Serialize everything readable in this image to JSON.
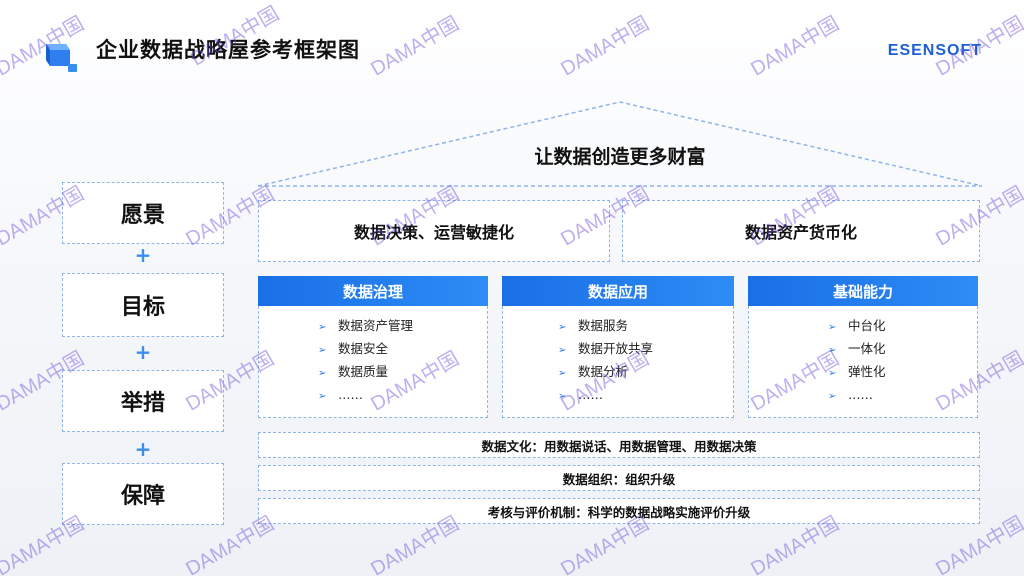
{
  "header": {
    "title": "企业数据战略屋参考框架图",
    "brand": "ESENSOFT"
  },
  "colors": {
    "accent_blue": "#1a6fe6",
    "dashed_border": "#8fb4ea",
    "plus_blue": "#3a8ef0",
    "watermark": "#6e50dc"
  },
  "roof": {
    "title": "让数据创造更多财富"
  },
  "left_column": {
    "items": [
      "愿景",
      "目标",
      "举措",
      "保障"
    ],
    "separator": "+"
  },
  "vision": {
    "left": "数据决策、运营敏捷化",
    "right": "数据资产货币化"
  },
  "pillars": [
    {
      "title": "数据治理",
      "items": [
        "数据资产管理",
        "数据安全",
        "数据质量",
        "……"
      ]
    },
    {
      "title": "数据应用",
      "items": [
        "数据服务",
        "数据开放共享",
        "数据分析",
        "……"
      ]
    },
    {
      "title": "基础能力",
      "items": [
        "中台化",
        "一体化",
        "弹性化",
        "……"
      ]
    }
  ],
  "list_bullet": "➢",
  "bars": [
    "数据文化：用数据说话、用数据管理、用数据决策",
    "数据组织：组织升级",
    "考核与评价机制：科学的数据战略实施评价升级"
  ],
  "watermark": "DAMA中国"
}
